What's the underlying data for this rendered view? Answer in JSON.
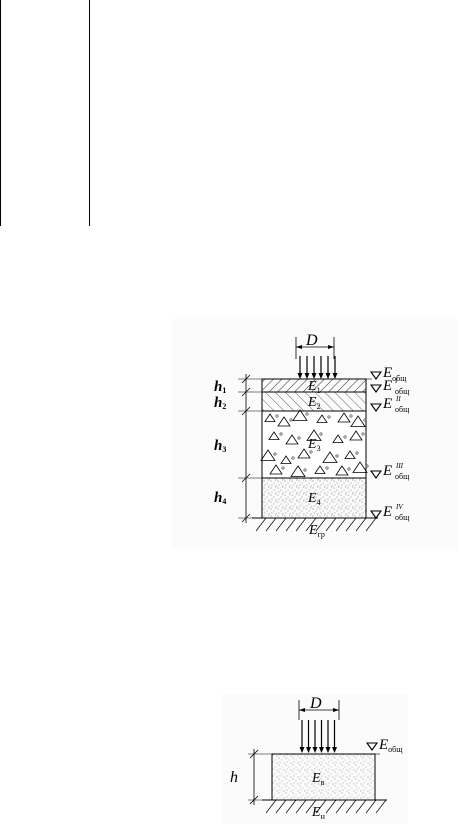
{
  "figure1": {
    "load_label": "D",
    "layers": [
      {
        "thickness": "h",
        "thickness_sub": "1",
        "modulus": "E",
        "modulus_sub": "1"
      },
      {
        "thickness": "h",
        "thickness_sub": "2",
        "modulus": "E",
        "modulus_sub": "2"
      },
      {
        "thickness": "h",
        "thickness_sub": "3",
        "modulus": "E",
        "modulus_sub": "3"
      },
      {
        "thickness": "h",
        "thickness_sub": "4",
        "modulus": "E",
        "modulus_sub": "4"
      }
    ],
    "subgrade": {
      "modulus": "E",
      "modulus_sub": "гр"
    },
    "levels": [
      {
        "symbol": "E",
        "sub": "общ",
        "sup": ""
      },
      {
        "symbol": "E",
        "sub": "общ",
        "sup": "I"
      },
      {
        "symbol": "E",
        "sub": "общ",
        "sup": "II"
      },
      {
        "symbol": "E",
        "sub": "общ",
        "sup": "III"
      },
      {
        "symbol": "E",
        "sub": "общ",
        "sup": "IV"
      }
    ]
  },
  "figure2": {
    "load_label": "D",
    "thickness": "h",
    "layer": {
      "modulus": "E",
      "modulus_sub": "в"
    },
    "subgrade": {
      "modulus": "E",
      "modulus_sub": "н"
    },
    "level": {
      "symbol": "E",
      "sub": "общ"
    }
  }
}
